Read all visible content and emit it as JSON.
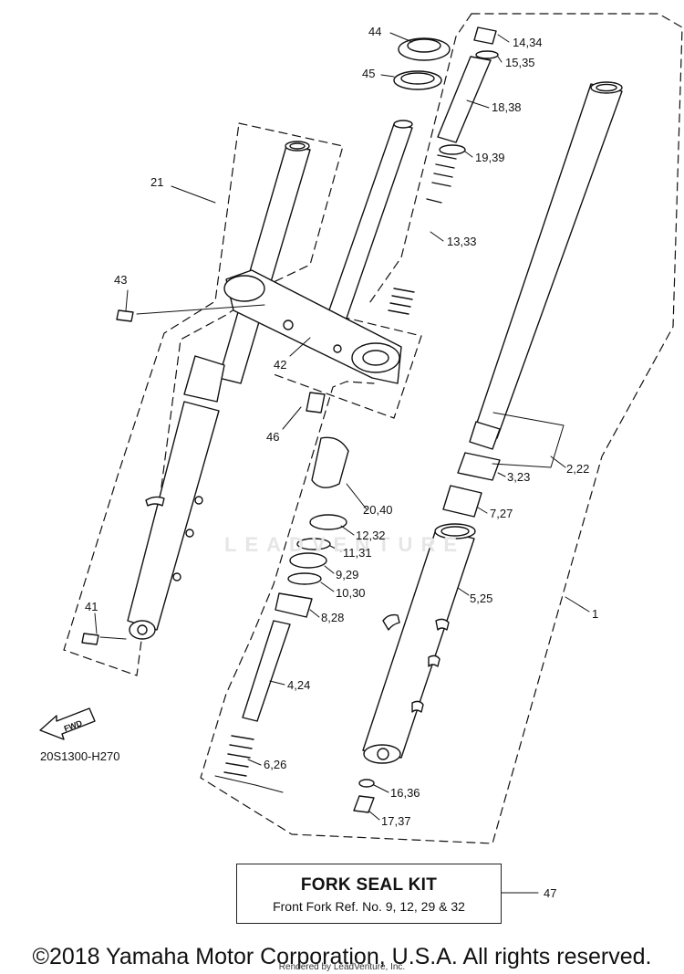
{
  "part_labels": {
    "p44": "44",
    "p45": "45",
    "p14": "14,34",
    "p15": "15,35",
    "p18": "18,38",
    "p19": "19,39",
    "p13": "13,33",
    "p21": "21",
    "p43": "43",
    "p42": "42",
    "p46": "46",
    "p2": "2,22",
    "p3": "3,23",
    "p7": "7,27",
    "p20": "20,40",
    "p12": "12,32",
    "p11": "11,31",
    "p9": "9,29",
    "p10": "10,30",
    "p8": "8,28",
    "p5": "5,25",
    "p1": "1",
    "p41": "41",
    "p4": "4,24",
    "p6": "6,26",
    "p16": "16,36",
    "p17": "17,37",
    "p47": "47"
  },
  "diagram_code": "20S1300-H270",
  "fwd_label": "FWD",
  "kit": {
    "title": "FORK SEAL KIT",
    "subtitle": "Front Fork Ref. No. 9, 12, 29 & 32"
  },
  "watermark": "LEADVENTURE",
  "copyright": "©2018 Yamaha Motor Corporation, U.S.A. All rights reserved.",
  "rendered_by": "Rendered by LeadVenture, Inc."
}
